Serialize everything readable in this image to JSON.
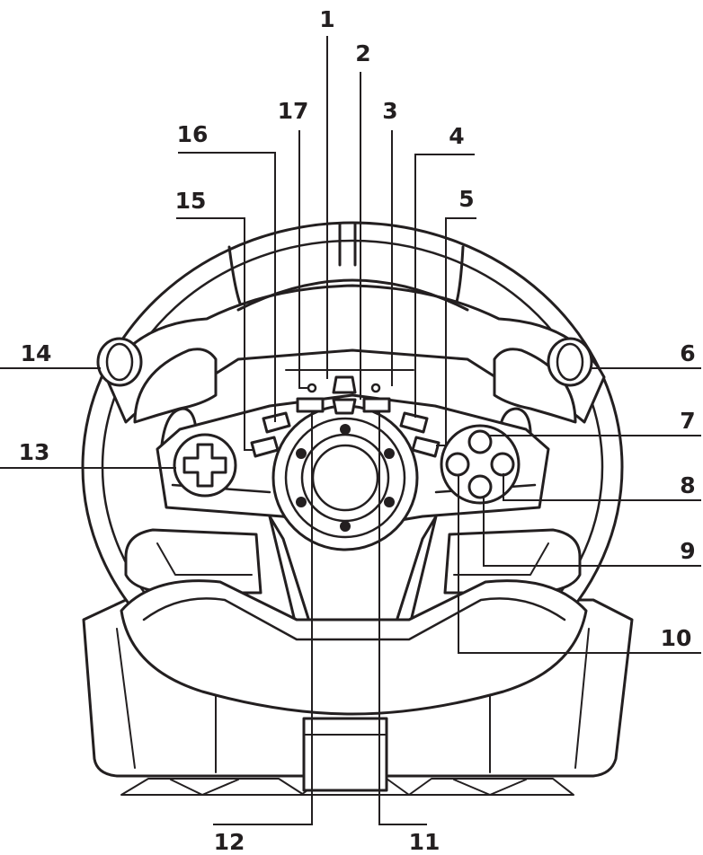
{
  "diagram": {
    "callouts": [
      {
        "id": 1,
        "label": "1"
      },
      {
        "id": 2,
        "label": "2"
      },
      {
        "id": 3,
        "label": "3"
      },
      {
        "id": 4,
        "label": "4"
      },
      {
        "id": 5,
        "label": "5"
      },
      {
        "id": 6,
        "label": "6"
      },
      {
        "id": 7,
        "label": "7"
      },
      {
        "id": 8,
        "label": "8"
      },
      {
        "id": 9,
        "label": "9"
      },
      {
        "id": 10,
        "label": "10"
      },
      {
        "id": 11,
        "label": "11"
      },
      {
        "id": 12,
        "label": "12"
      },
      {
        "id": 13,
        "label": "13"
      },
      {
        "id": 14,
        "label": "14"
      },
      {
        "id": 15,
        "label": "15"
      },
      {
        "id": 16,
        "label": "16"
      },
      {
        "id": 17,
        "label": "17"
      }
    ],
    "colors": {
      "line": "#231f20",
      "background": "#ffffff"
    }
  }
}
